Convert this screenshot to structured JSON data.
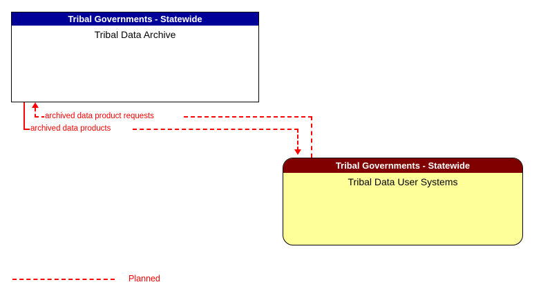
{
  "diagram": {
    "type": "context-flow-diagram",
    "background_color": "#ffffff",
    "flow_color": "#ff0000"
  },
  "nodes": [
    {
      "id": "tribal-data-archive",
      "stakeholder": "Tribal Governments - Statewide",
      "name": "Tribal Data Archive",
      "shape": "rectangle",
      "header_color": "#000099",
      "body_color": "#ffffff",
      "header_text_color": "#ffffff",
      "title_text_color": "#000000"
    },
    {
      "id": "tribal-data-user-systems",
      "stakeholder": "Tribal Governments - Statewide",
      "name": "Tribal Data User Systems",
      "shape": "rounded-rectangle",
      "header_color": "#800000",
      "body_color": "#ffff99",
      "header_text_color": "#ffffff",
      "title_text_color": "#000000"
    }
  ],
  "flows": [
    {
      "id": "archived-data-product-requests",
      "label": "archived data product requests",
      "from": "tribal-data-user-systems",
      "to": "tribal-data-archive",
      "style": "planned",
      "color": "#ff0000"
    },
    {
      "id": "archived-data-products",
      "label": "archived data products",
      "from": "tribal-data-archive",
      "to": "tribal-data-user-systems",
      "style": "planned",
      "color": "#ff0000"
    }
  ],
  "legend": {
    "items": [
      {
        "label": "Planned",
        "line_style": "dashed",
        "color": "#ff0000"
      }
    ]
  }
}
